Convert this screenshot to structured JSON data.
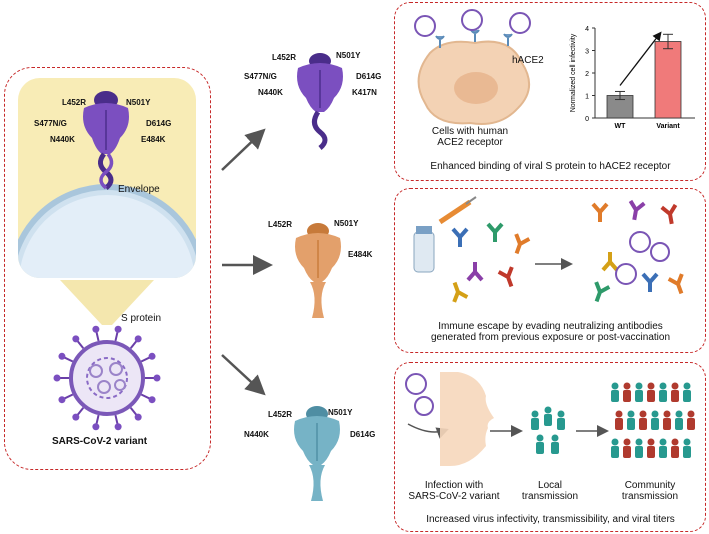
{
  "left_panel": {
    "rbd_labels": [
      "L452R",
      "N501Y",
      "S477N/G",
      "D614G",
      "N440K",
      "E484K"
    ],
    "envelope_label": "Envelope",
    "s_protein_label": "S protein",
    "virus_label": "SARS-CoV-2 variant"
  },
  "variants": [
    {
      "color": "#7b4fc0",
      "labels": [
        "L452R",
        "N501Y",
        "S477N/G",
        "D614G",
        "N440K",
        "K417N"
      ]
    },
    {
      "color": "#e3a06b",
      "labels": [
        "L452R",
        "N501Y",
        "E484K"
      ]
    },
    {
      "color": "#76b3c6",
      "labels": [
        "L452R",
        "N501Y",
        "N440K",
        "D614G"
      ]
    }
  ],
  "panel_top": {
    "receptor_label": "hACE2",
    "cell_caption_1": "Cells with human",
    "cell_caption_2": "ACE2 receptor",
    "caption": "Enhanced binding of viral S protein to hACE2 receptor"
  },
  "chart_data": {
    "type": "bar",
    "categories": [
      "WT",
      "Variant"
    ],
    "values": [
      1.0,
      3.4
    ],
    "errors": [
      0.18,
      0.32
    ],
    "ylabel": "Normalized cell infectivity",
    "ylim": [
      0,
      4
    ],
    "yticks": [
      "0",
      "1",
      "2",
      "3",
      "4"
    ],
    "colors": [
      "#8a8a8a",
      "#f07a7a"
    ]
  },
  "panel_mid": {
    "caption_1": "Immune escape by evading neutralizing antibodies",
    "caption_2": "generated from previous exposure or post-vaccination"
  },
  "panel_bottom": {
    "step1_a": "Infection with",
    "step1_b": "SARS-CoV-2 variant",
    "step2_a": "Local",
    "step2_b": "transmission",
    "step3_a": "Community",
    "step3_b": "transmission",
    "caption": "Increased virus infectivity, transmissibility, and viral titers"
  }
}
